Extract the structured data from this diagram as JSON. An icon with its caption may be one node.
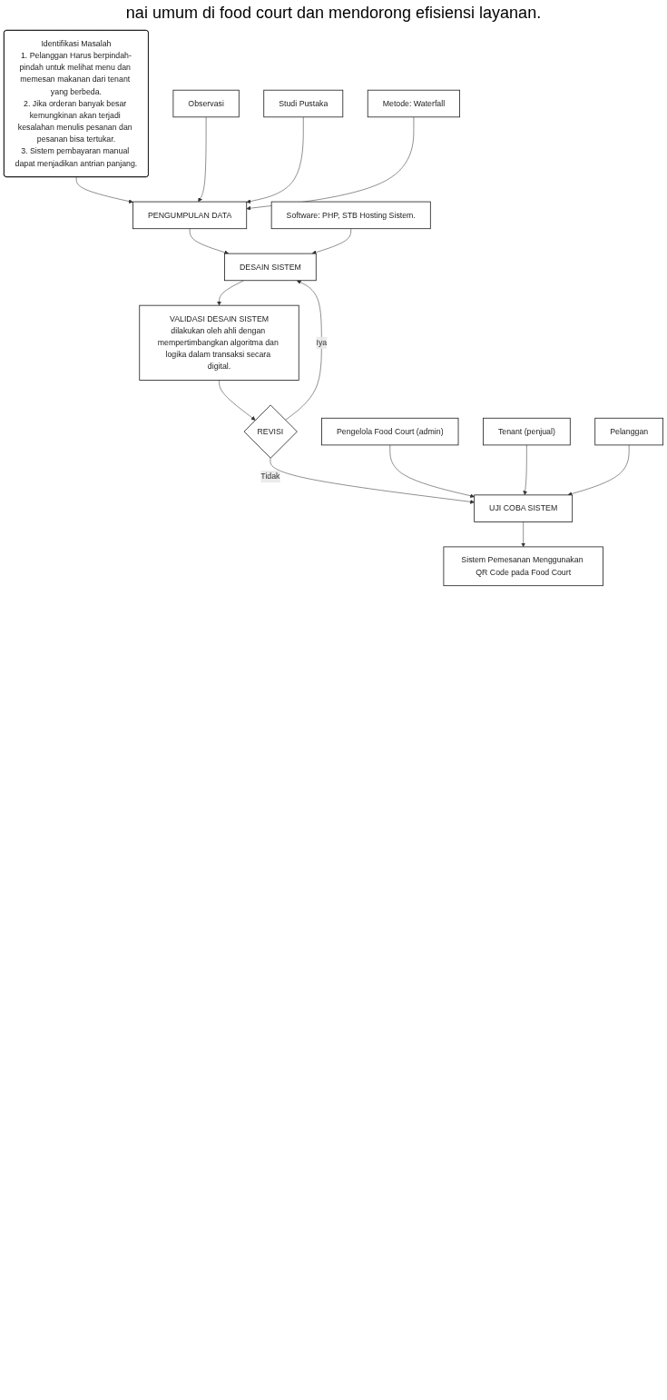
{
  "diagram": {
    "nodes": [
      {
        "text": [
          "Identifikasi Masalah",
          "1. Pelanggan Harus berpindah-pindah untuk melihat menu dan memesan makanan dari tenant yang berbeda.",
          "2. Jika orderan banyak besar kemungkinan akan terjadi kesalahan menulis pesanan dan pesanan bisa tertukar.",
          "3. Sistem pembayaran manual dapat menjadikan antrian panjang."
        ]
      },
      {
        "text": [
          "Observasi"
        ]
      },
      {
        "text": [
          "Studi Pustaka"
        ]
      },
      {
        "text": [
          "PENGUMPULAN DATA"
        ]
      },
      {
        "text": [
          "Metode: Waterfall"
        ]
      },
      {
        "text": [
          "DESAIN SISTEM"
        ]
      },
      {
        "text": [
          "Software: PHP, STB Hosting Sistem."
        ]
      },
      {
        "text": [
          "VALIDASI DESAIN SISTEM",
          "dilakukan oleh ahli dengan mempertimbangkan algoritma dan logika dalam transaksi secara digital."
        ]
      },
      {
        "text": [
          "REVISI"
        ]
      },
      {
        "text": [
          "Pengelola Food Court (admin)"
        ]
      },
      {
        "text": [
          "Tenant (penjual)"
        ]
      },
      {
        "text": [
          "Pelanggan"
        ]
      },
      {
        "text": [
          "UJI COBA SISTEM"
        ]
      },
      {
        "text": [
          "Sistem Pemesanan Menggunakan QR Code pada Food Court"
        ]
      }
    ],
    "edges": [
      {
        "from": 0,
        "to": 3,
        "arrow": "to"
      },
      {
        "from": 1,
        "to": 3,
        "arrow": "to"
      },
      {
        "from": 2,
        "to": 3,
        "arrow": "to"
      },
      {
        "from": 4,
        "to": 3,
        "arrow": "to"
      },
      {
        "from": 3,
        "to": 5,
        "arrow": "to"
      },
      {
        "from": 6,
        "to": 5,
        "arrow": "to"
      },
      {
        "from": 5,
        "to": 7,
        "arrow": "to"
      },
      {
        "from": 7,
        "to": 8,
        "arrow": "to"
      },
      {
        "from": 8,
        "to": 5,
        "arrow": "to",
        "label": "Iya"
      },
      {
        "from": 8,
        "to": 12,
        "arrow": "to",
        "label": "Tidak"
      },
      {
        "from": 9,
        "to": 12,
        "arrow": "to"
      },
      {
        "from": 10,
        "to": 12,
        "arrow": "to"
      },
      {
        "from": 11,
        "to": 12,
        "arrow": "to"
      },
      {
        "from": 12,
        "to": 13,
        "arrow": "to"
      }
    ],
    "labels": [
      "nai umum di food court dan mendorong efisiensi layanan."
    ]
  }
}
